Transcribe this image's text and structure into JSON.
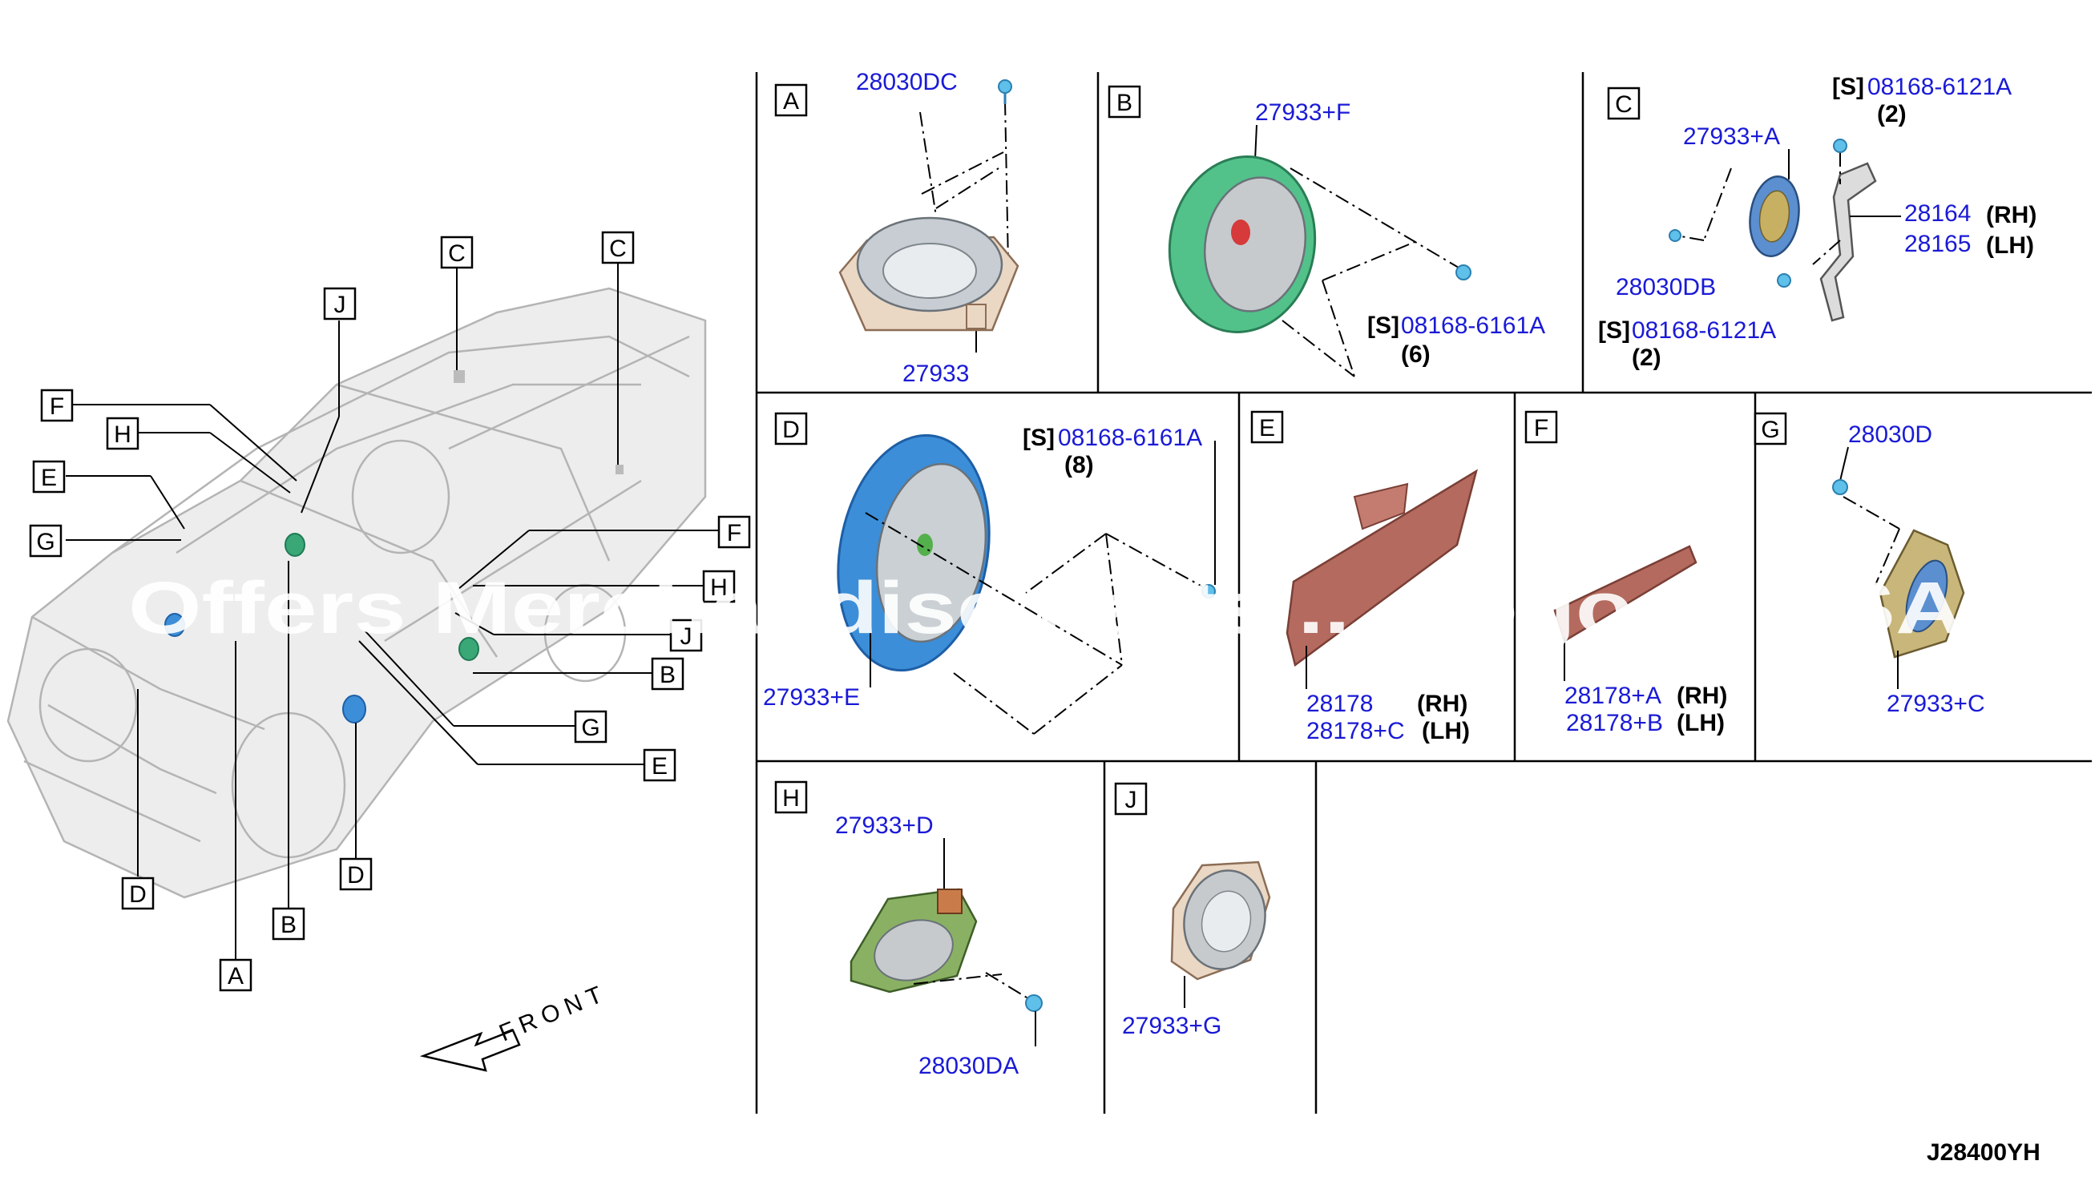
{
  "diagram_code": "J28400YH",
  "watermark": "Offers Merchandise Parts ... Logo ... USA",
  "front_label": "FRONT",
  "car_callouts": [
    "J",
    "C",
    "C",
    "F",
    "H",
    "E",
    "G",
    "F",
    "H",
    "J",
    "B",
    "G",
    "E",
    "D",
    "B",
    "D",
    "A"
  ],
  "panels": {
    "A": {
      "letter": "A",
      "parts": [
        "28030DC",
        "27933"
      ]
    },
    "B": {
      "letter": "B",
      "parts": [
        "27933+F",
        "08168-6161A"
      ],
      "s_tag": "[S]",
      "qty": "(6)"
    },
    "C": {
      "letter": "C",
      "parts": [
        "27933+A",
        "08168-6121A",
        "28164",
        "28165",
        "28030DB",
        "08168-6121A"
      ],
      "s_tag": "[S]",
      "qty1": "(2)",
      "qty2": "(2)",
      "rh": "(RH)",
      "lh": "(LH)"
    },
    "D": {
      "letter": "D",
      "parts": [
        "08168-6161A",
        "27933+E"
      ],
      "s_tag": "[S]",
      "qty": "(8)"
    },
    "E": {
      "letter": "E",
      "parts": [
        "28178",
        "28178+C"
      ],
      "rh": "(RH)",
      "lh": "(LH)"
    },
    "F": {
      "letter": "F",
      "parts": [
        "28178+A",
        "28178+B"
      ],
      "rh": "(RH)",
      "lh": "(LH)"
    },
    "G": {
      "letter": "G",
      "parts": [
        "28030D",
        "27933+C"
      ]
    },
    "H": {
      "letter": "H",
      "parts": [
        "27933+D",
        "28030DA"
      ]
    },
    "J": {
      "letter": "J",
      "parts": [
        "27933+G"
      ]
    }
  }
}
